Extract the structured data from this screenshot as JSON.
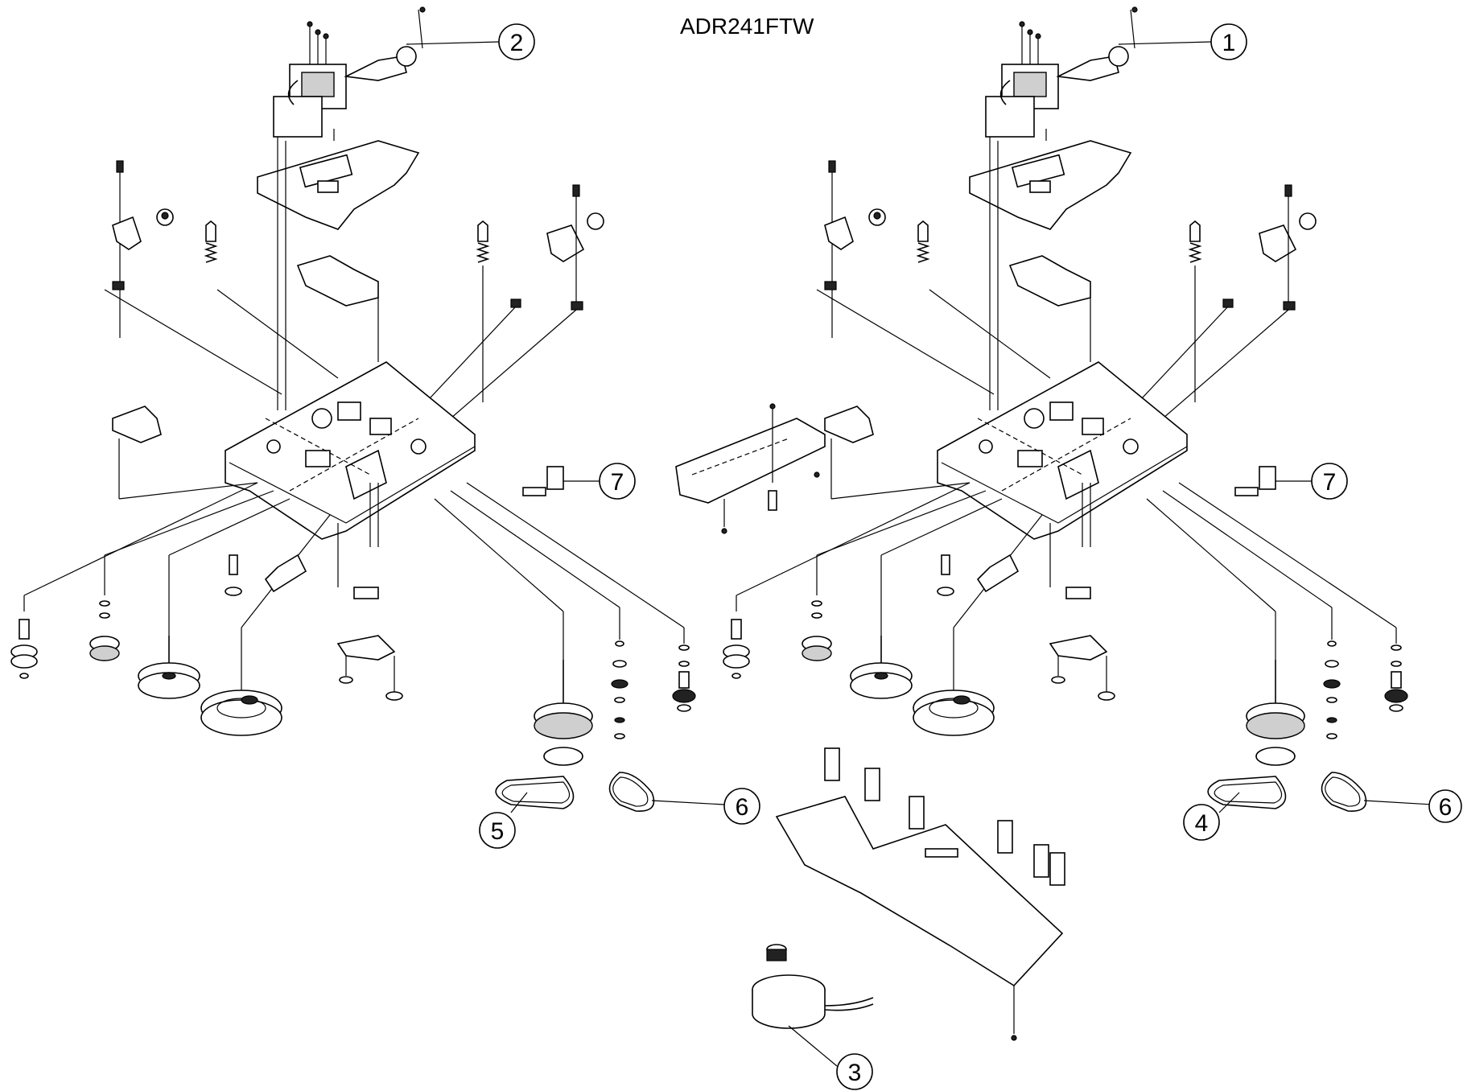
{
  "diagram": {
    "title": "ADR241FTW",
    "callouts": [
      {
        "id": "c1",
        "label": "1"
      },
      {
        "id": "c2",
        "label": "2"
      },
      {
        "id": "c3",
        "label": "3"
      },
      {
        "id": "c4",
        "label": "4"
      },
      {
        "id": "c5",
        "label": "5"
      },
      {
        "id": "c6a",
        "label": "6"
      },
      {
        "id": "c6b",
        "label": "6"
      },
      {
        "id": "c7a",
        "label": "7"
      },
      {
        "id": "c7b",
        "label": "7"
      }
    ]
  }
}
